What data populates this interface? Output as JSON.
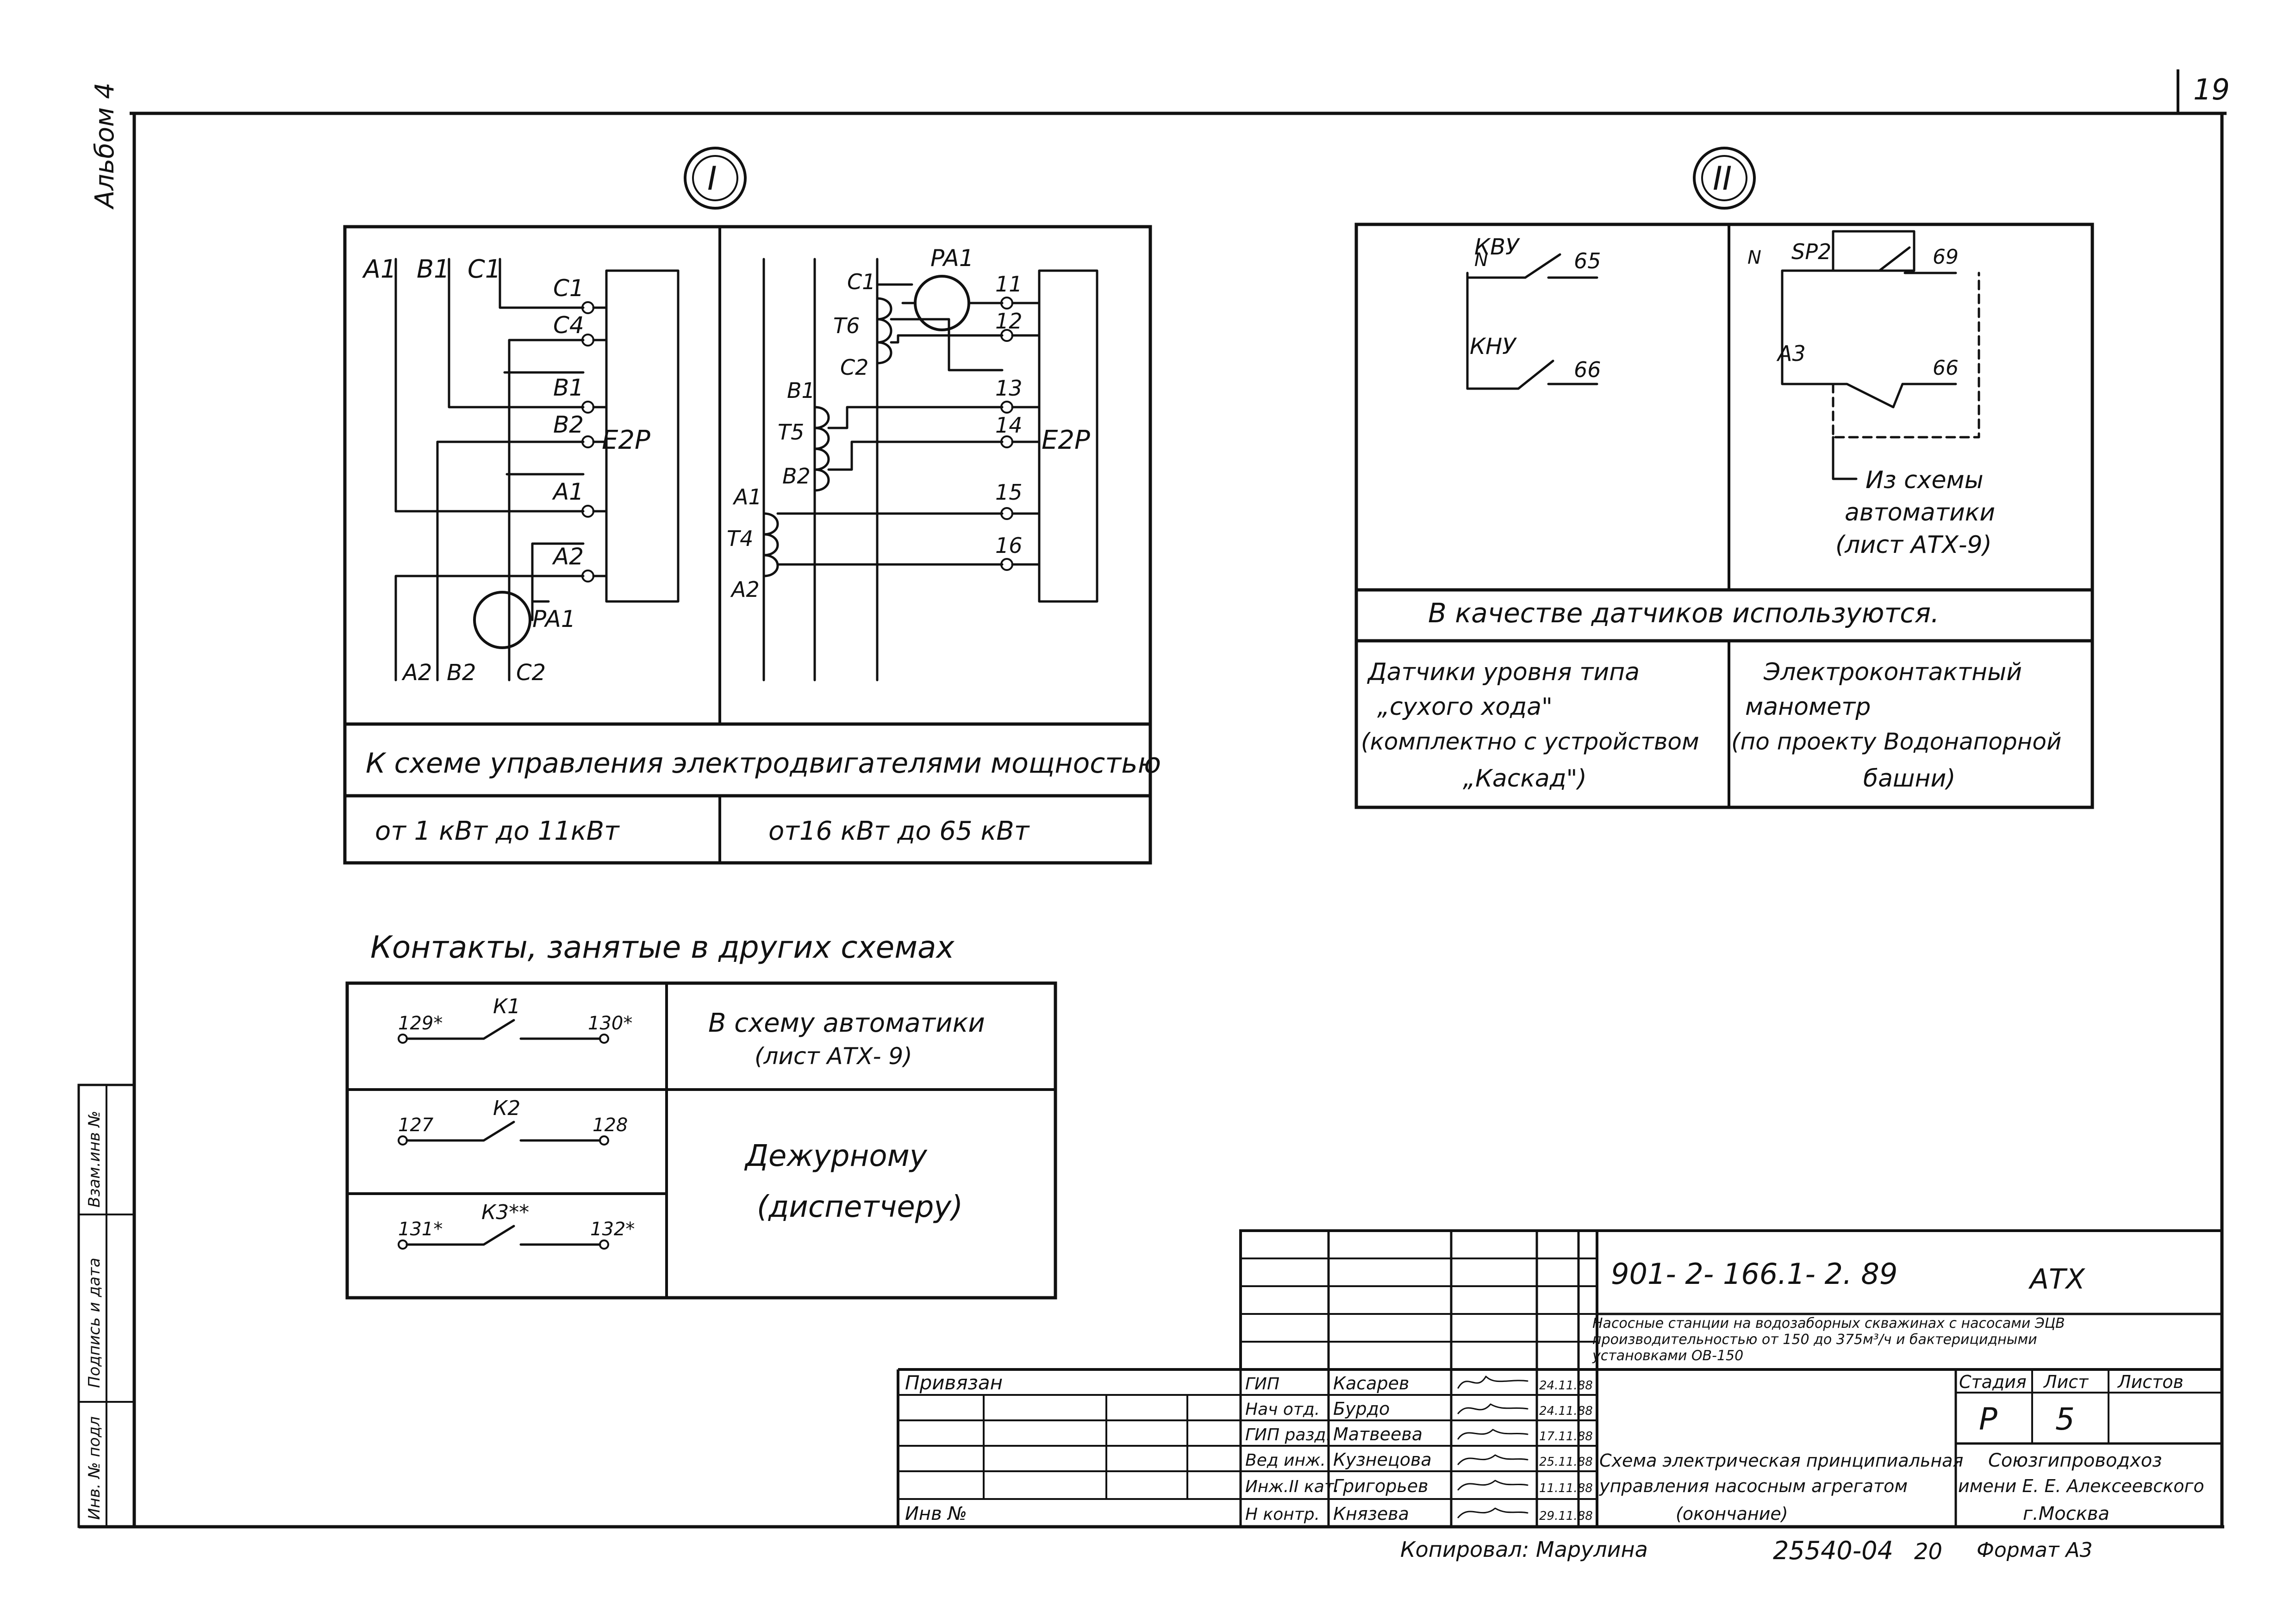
{
  "sheet_number": "19",
  "album_label": "Альбом 4",
  "side_stamp": {
    "vzam_inv": "Взам.инв №",
    "podpis_data": "Подпись и дата",
    "inv_podl": "Инв. № подл"
  },
  "diagram_I": {
    "marker": "I",
    "left_part": {
      "inputs_top": [
        "A1",
        "B1",
        "C1"
      ],
      "inputs_bottom": [
        "A2",
        "B2",
        "C2"
      ],
      "terminals": [
        "C1",
        "C4",
        "B1",
        "B2",
        "A1",
        "A2"
      ],
      "device": "E2P",
      "meter": "PA1"
    },
    "right_part": {
      "terminals": [
        "11",
        "12",
        "13",
        "14",
        "15",
        "16"
      ],
      "transformers": [
        {
          "name": "T6",
          "top": "C1",
          "bottom": "C2"
        },
        {
          "name": "T5",
          "top": "B1",
          "bottom": "B2"
        },
        {
          "name": "T4",
          "top": "A1",
          "bottom": "A2"
        }
      ],
      "device": "E2P",
      "meter": "PA1"
    },
    "caption": "К схеме управления электродвигателями мощностью",
    "range_left": "от 1 кВт до 11кВт",
    "range_right": "от16 кВт до 65 кВт"
  },
  "diagram_II": {
    "marker": "II",
    "left_part": {
      "node": "N",
      "contact1": "КВУ",
      "wire1": "65",
      "contact2": "КНУ",
      "wire2": "66"
    },
    "right_part": {
      "node": "N",
      "contact1": "SP2",
      "wire1": "69",
      "contact2": "А3",
      "wire2": "66",
      "note_lines": [
        "Из схемы",
        "автоматики",
        "(лист АТХ-9)"
      ]
    },
    "header": "В качестве датчиков используются.",
    "left_desc": [
      "Датчики уровня типа",
      "„сухого хода\"",
      "(комплектно с устройством",
      "„Каскад\")"
    ],
    "right_desc": [
      "Электроконтактный",
      "манометр",
      "(по проекту Водонапорной",
      "башни)"
    ]
  },
  "contacts_table": {
    "title": "Контакты, занятые в других схемах",
    "rows": [
      {
        "left": "129*",
        "relay": "К1",
        "right": "130*"
      },
      {
        "left": "127",
        "relay": "К2",
        "right": "128"
      },
      {
        "left": "131*",
        "relay": "К3**",
        "right": "132*"
      }
    ],
    "dest1": [
      "В схему автоматики",
      "(лист АТХ- 9)"
    ],
    "dest2": [
      "Дежурному",
      "(диспетчеру)"
    ]
  },
  "title_block": {
    "doc_code": "901- 2- 166.1- 2. 89",
    "section": "АТХ",
    "project_lines": [
      "Насосные станции на водозаборных скважинах с насосами ЭЦВ",
      "производительностью от 150 до 375м³/ч и бактерицидными",
      "установками ОВ-150"
    ],
    "privyazan": "Привязан",
    "inv_no": "Инв №",
    "roles": [
      "ГИП",
      "Нач отд.",
      "ГИП разд.",
      "Вед инж.",
      "Инж.II кат.",
      "Н контр."
    ],
    "names": [
      "Касарев",
      "Бурдо",
      "Матвеева",
      "Кузнецова",
      "Григорьев",
      "Князева"
    ],
    "dates": [
      "24.11.88",
      "24.11.88",
      "17.11.88",
      "25.11.88",
      "11.11.88",
      "29.11.88"
    ],
    "sheet_title": [
      "Схема электрическая принципиальная",
      "управления насосным агрегатом",
      "(окончание)"
    ],
    "stage_label": "Стадия",
    "sheet_label": "Лист",
    "sheets_label": "Листов",
    "stage": "Р",
    "sheet": "5",
    "org": [
      "Союзгипроводхоз",
      "имени Е. Е. Алексеевского",
      "г.Москва"
    ],
    "copied_by": "Копировал: Марулина",
    "archive_no": "25540-04",
    "archive_sheet": "20",
    "format": "Формат А3"
  }
}
